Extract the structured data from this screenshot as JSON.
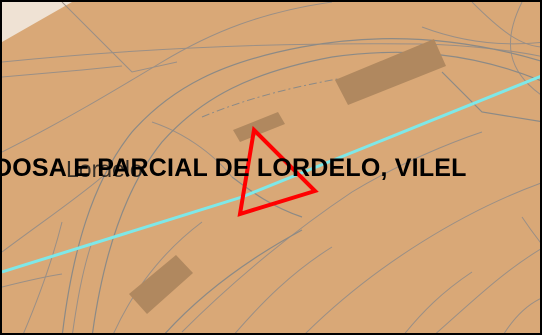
{
  "map": {
    "colors": {
      "land": "#d9a877",
      "building": "#b0885f",
      "contour": "#9a8f86",
      "road": "#8c8a86",
      "boundary": "#7ee8e8",
      "marker": "#ff0000",
      "frame": "#000000",
      "label": "#000000"
    },
    "labels": {
      "parish": "DOSA E PARCIAL DE LORDELO, VILEL",
      "overlap": "Lordelo"
    },
    "marker": {
      "type": "triangle-outline",
      "icon": "warning-triangle-icon"
    }
  }
}
